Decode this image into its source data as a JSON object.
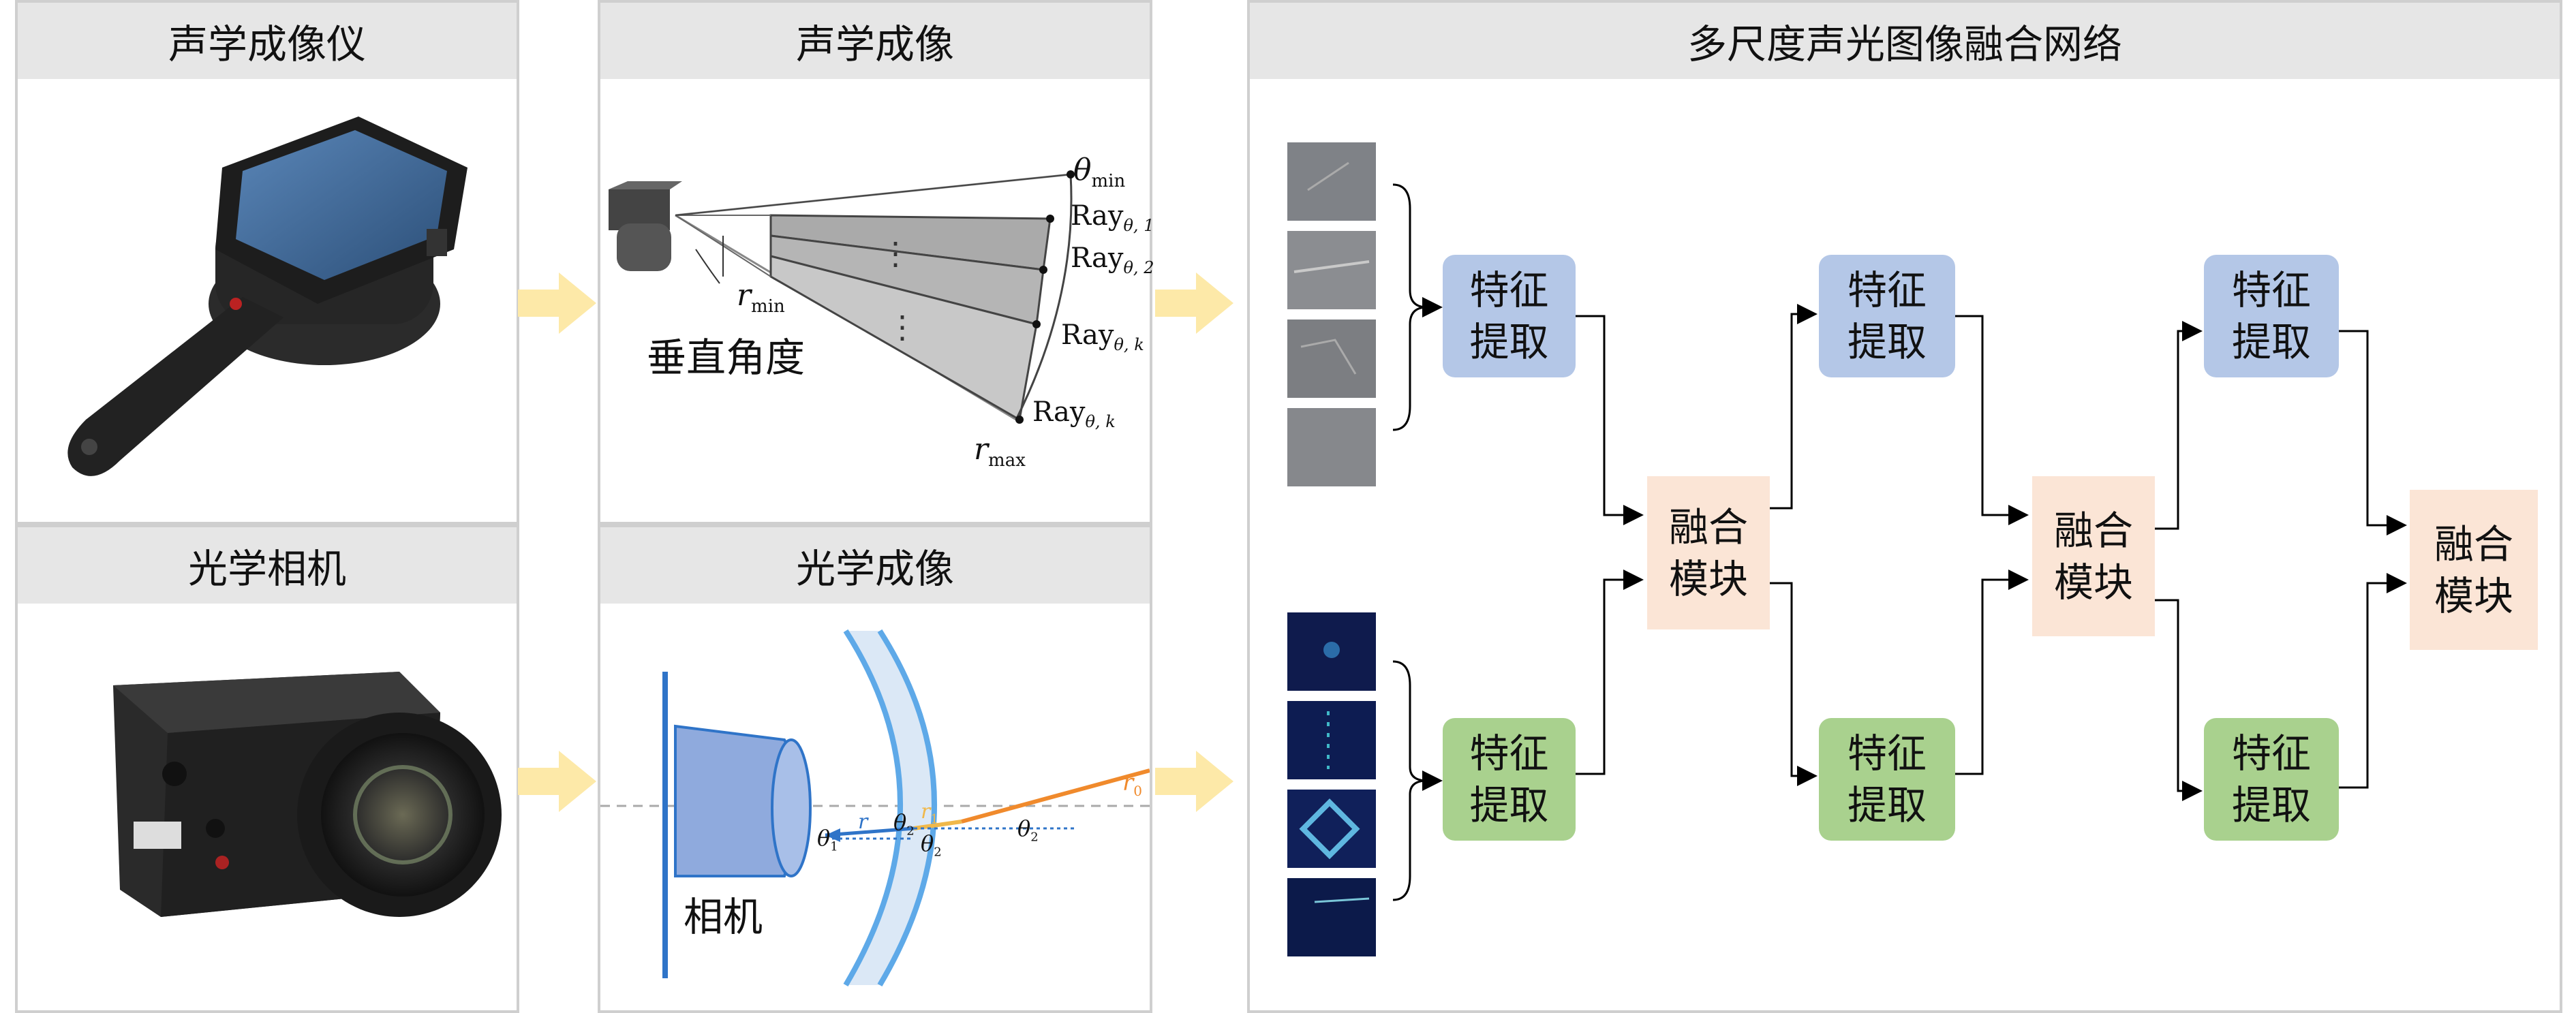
{
  "panels": {
    "acoustic_device": {
      "title": "声学成像仪"
    },
    "optical_device": {
      "title": "光学相机"
    },
    "acoustic_imaging": {
      "title": "声学成像",
      "vertical_angle": "垂直角度",
      "theta_min": "θ",
      "theta_min_sub": "min",
      "r_min": "r",
      "r_min_sub": "min",
      "r_max": "r",
      "r_max_sub": "max",
      "ray_labels": [
        {
          "main": "Ray",
          "sub": "θ, 1"
        },
        {
          "main": "Ray",
          "sub": "θ, 2"
        },
        {
          "main": "Ray",
          "sub": "θ, k"
        },
        {
          "main": "Ray",
          "sub": "θ, k"
        }
      ]
    },
    "optical_imaging": {
      "title": "光学成像",
      "camera_label": "相机",
      "r0": "r",
      "r0_sub": "0",
      "r_label": "r",
      "r1": "r",
      "r1_sub": "1",
      "theta1": "θ",
      "theta1_sub": "1",
      "theta2_a": "θ",
      "theta2_b": "θ",
      "theta2_c": "θ",
      "theta2_sub": "2"
    },
    "network": {
      "title": "多尺度声光图像融合网络",
      "feature_line1": "特征",
      "feature_line2": "提取",
      "fusion_line1": "融合",
      "fusion_line2": "模块"
    }
  },
  "colors": {
    "header_bg": "#e6e6e6",
    "feature_acoustic": "#b4c7e7",
    "feature_optical": "#a9d18e",
    "fusion": "#fbe5d6",
    "flow_arrow": "#fde9a8",
    "lens_blue": "#5ea9e8",
    "ray_orange": "#f08a2c"
  }
}
